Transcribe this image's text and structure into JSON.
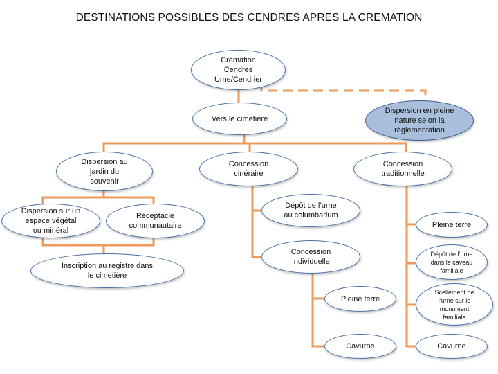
{
  "title": "DESTINATIONS POSSIBLES DES CENDRES APRES LA CREMATION",
  "colors": {
    "connector": "#ec9a5b",
    "node_border": "#4a6fa5",
    "highlight_fill": "#a9bfdc"
  },
  "nodes": {
    "root": "Crémation\nCendres\nUrne/Cendrier",
    "nature": "Dispersion en pleine\nnature selon la\nréglementation",
    "cimetiere": "Vers le cimetière",
    "jardin": "Dispersion au\njardin du\nsouvenir",
    "cineraire": "Concession\ncinéraire",
    "traditionnelle": "Concession\ntraditionnelle",
    "vegetal": "Dispersion sur un\nespace végétal\nou minéral",
    "receptacle": "Réceptacle\ncommunautaire",
    "registre": "Inscription au registre dans\nle cimetière",
    "columbarium": "Dépôt de l’urne\nau columbarium",
    "individuelle": "Concession\nindividuelle",
    "ind_pleine_terre": "Pleine terre",
    "ind_cavurne": "Cavurne",
    "trad_pleine_terre": "Pleine terre",
    "trad_caveau": "Dépôt de l’urne\ndans le caveau\nfamiliale",
    "trad_scellement": "Scellement de\nl’urne sur le\nmonument\nfamiliale",
    "trad_cavurne": "Cavurne"
  }
}
